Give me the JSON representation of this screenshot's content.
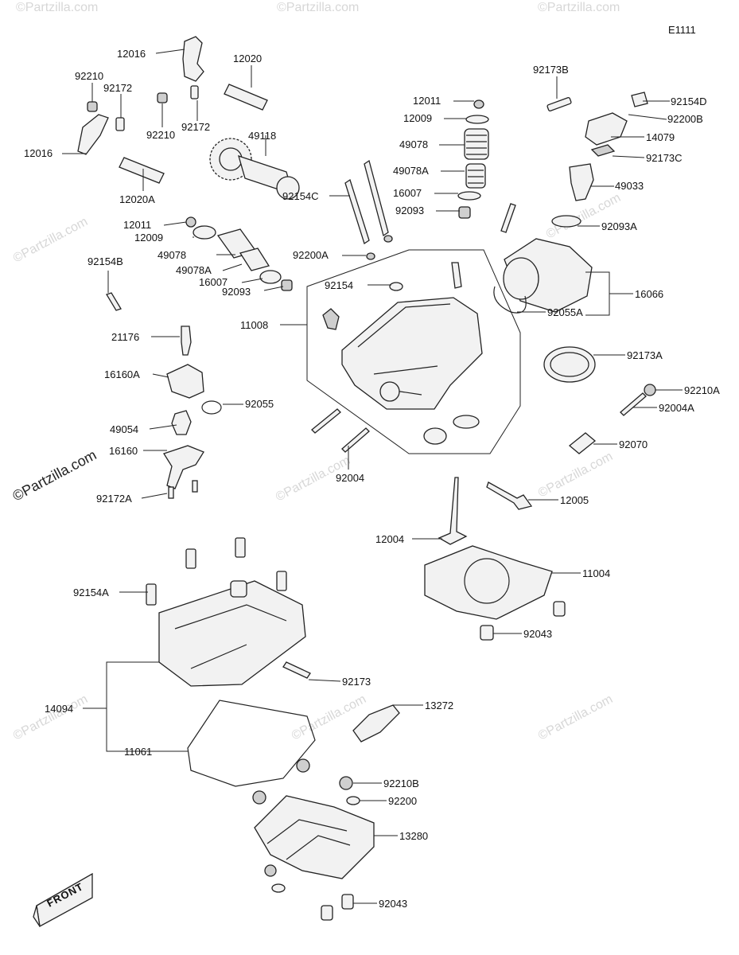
{
  "diagram_code": "E1111",
  "front_label": "FRONT",
  "brand_watermark": "©Partzilla.com",
  "labels": {
    "p12016_top": "12016",
    "p12020": "12020",
    "p92210_a": "92210",
    "p92172_a": "92172",
    "p92210_b": "92210",
    "p92172_b": "92172",
    "p12016_left": "12016",
    "p12020A": "12020A",
    "p49118": "49118",
    "p12011_r": "12011",
    "p12009_r": "12009",
    "p49078_r": "49078",
    "p49078A_r": "49078A",
    "p16007_r": "16007",
    "p92093_r": "92093",
    "p92154C": "92154C",
    "p92200A": "92200A",
    "p12011_l": "12011",
    "p12009_l": "12009",
    "p49078_l": "49078",
    "p49078A_l": "49078A",
    "p16007_l": "16007",
    "p92093_l": "92093",
    "p92173B": "92173B",
    "p92154D": "92154D",
    "p92200B": "92200B",
    "p14079": "14079",
    "p92173C": "92173C",
    "p49033": "49033",
    "p92093A": "92093A",
    "p16066": "16066",
    "p92055A": "92055A",
    "p92154B": "92154B",
    "p92154": "92154",
    "p11008": "11008",
    "p21176": "21176",
    "p16160A": "16160A",
    "p92055": "92055",
    "p92173A": "92173A",
    "p92210A": "92210A",
    "p92004A": "92004A",
    "p49054": "49054",
    "p16160": "16160",
    "p92070": "92070",
    "p92004": "92004",
    "p92172A": "92172A",
    "p12005": "12005",
    "p12004": "12004",
    "p11004": "11004",
    "p92154A": "92154A",
    "p92043_a": "92043",
    "p92173": "92173",
    "p14094": "14094",
    "p13272": "13272",
    "p11061": "11061",
    "p92210B": "92210B",
    "p92200": "92200",
    "p13280": "13280",
    "p92043_b": "92043"
  }
}
